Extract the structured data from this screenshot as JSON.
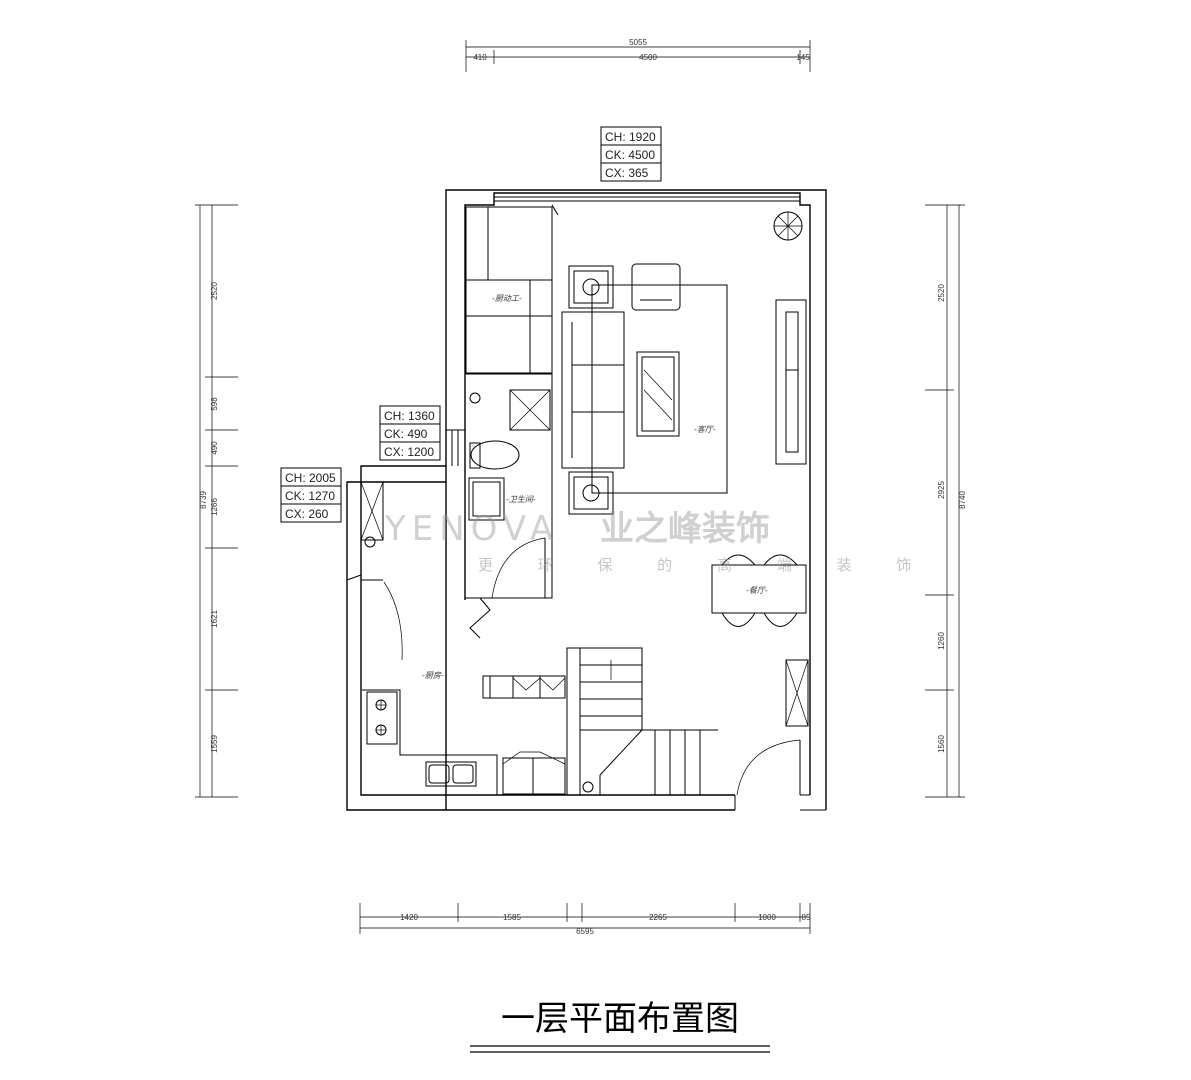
{
  "title": "一层平面布置图",
  "watermark": {
    "brand": "YENOVA",
    "brand_cn": "业之峰装饰",
    "slogan": "更 环 保 的 高 端 装 饰"
  },
  "top_dims": {
    "total": "5055",
    "parts": [
      "410",
      "4500",
      "145"
    ]
  },
  "bottom_dims": {
    "total": "6595",
    "parts": [
      "1420",
      "1585",
      "2265",
      "1000",
      "85"
    ]
  },
  "left_dims": {
    "total": "8739",
    "parts": [
      "2520",
      "598",
      "490",
      "1266",
      "1621",
      "1559"
    ]
  },
  "right_dims": {
    "total": "8740",
    "parts": [
      "2520",
      "2925",
      "1260",
      "1560"
    ]
  },
  "window_tags": [
    {
      "ch": "CH: 1920",
      "ck": "CK: 4500",
      "cx": "CX: 365"
    },
    {
      "ch": "CH: 1360",
      "ck": "CK: 490",
      "cx": "CX: 1200"
    },
    {
      "ch": "CH: 2005",
      "ck": "CK: 1270",
      "cx": "CX: 260"
    }
  ],
  "rooms": {
    "bedroom": "-厨动工-",
    "bath": "-卫生间-",
    "living": "-客厅-",
    "dining": "-餐厅-",
    "kitchen": "-厨房-"
  }
}
